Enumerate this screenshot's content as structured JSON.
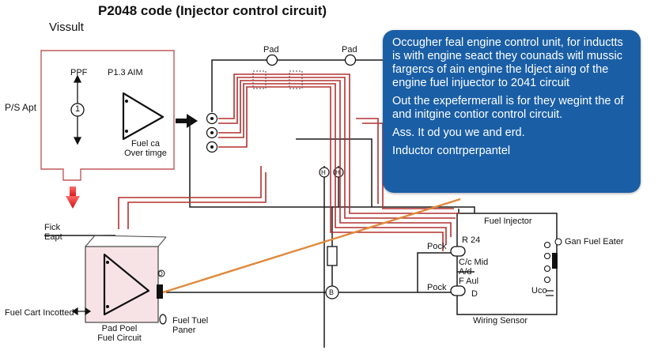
{
  "title": "P2048 code (Injector control circuit)",
  "subtitle": "Vissult",
  "callout": {
    "paragraphs": [
      "Occugher feal engine control unit, for inductts is with engine seact they counads witl mussic fargercs of ain engine the ldject aing of the engine fuel injuector to 2041 circuit",
      "Out the expefermerall is for they wegint the of and initgine contior control circuit.",
      "Ass. It od you we and erd.",
      "Inductor contrperpantel"
    ]
  },
  "ecu": {
    "ppf": "PPF",
    "p13aim": "P1.3 AIM",
    "fuel_ca": "Fuel ca",
    "over_timge": "Over timge",
    "circle_num": "1"
  },
  "labels": {
    "ps_apt": "P/S Apt",
    "pad1": "Pad",
    "pad2": "Pad",
    "fick": "Fick",
    "eapt": "Eapt",
    "fuel_injector": "Fuel Injector",
    "pock1": "Pock",
    "pock2": "Pock",
    "r24": "R 24",
    "cc_mid": "C/c Mid",
    "ad": "A/d",
    "f_aul": "F Aul",
    "d_mark": "D",
    "gan_fuel_eater": "Gan Fuel Eater",
    "uco": "Uco",
    "wiring_sensor": "Wiring Sensor",
    "fuel_cart": "Fuel Cart Incotted",
    "pad_poel": "Pad Poel",
    "fuel_circuit": "Fuel Circuit",
    "fuel_tuel": "Fuel Tuel",
    "paner": "Paner",
    "d_small": "D",
    "h_mark": "H",
    "h_mark2": "H",
    "b_mark": "B"
  },
  "colors": {
    "callout_bg": "#1a5fa6",
    "wire_red": "#b23030",
    "wire_orange": "#e08a3c",
    "wire_black": "#1a1a1a",
    "ecu_border": "#c05a5a",
    "pump_fill": "#f7e3e6",
    "arrow_red": "#e02020"
  }
}
